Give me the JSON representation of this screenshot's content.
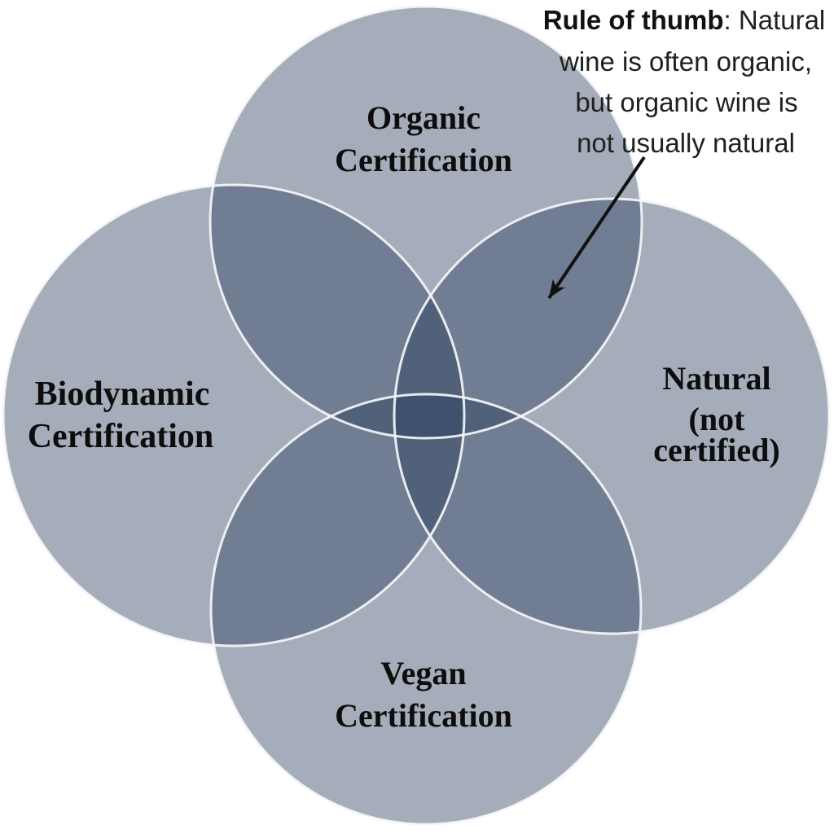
{
  "venn": {
    "background_color": "#ffffff",
    "circle_fill_color": "#283c5a",
    "circle_fill_opacity": "0.42",
    "circle_stroke_color": "#f5f6f8",
    "label_color": "#0d0d0d",
    "circles": [
      {
        "id": "organic-certification",
        "label_lines": [
          "Organic",
          "Certification"
        ]
      },
      {
        "id": "biodynamic-certification",
        "label_lines": [
          "Biodynamic",
          "Certification"
        ]
      },
      {
        "id": "natural-not-certified",
        "label_lines": [
          "Natural",
          "(not",
          "certified)"
        ]
      },
      {
        "id": "vegan-certification",
        "label_lines": [
          "Vegan",
          "Certification"
        ]
      }
    ],
    "annotation": {
      "bold_lead": "Rule of thumb",
      "line1_rest": ": Natural",
      "line2": "wine is often organic,",
      "line3": "but organic wine is",
      "line4": "not usually natural",
      "arrow_color": "#111111",
      "text_color": "#202020"
    }
  }
}
